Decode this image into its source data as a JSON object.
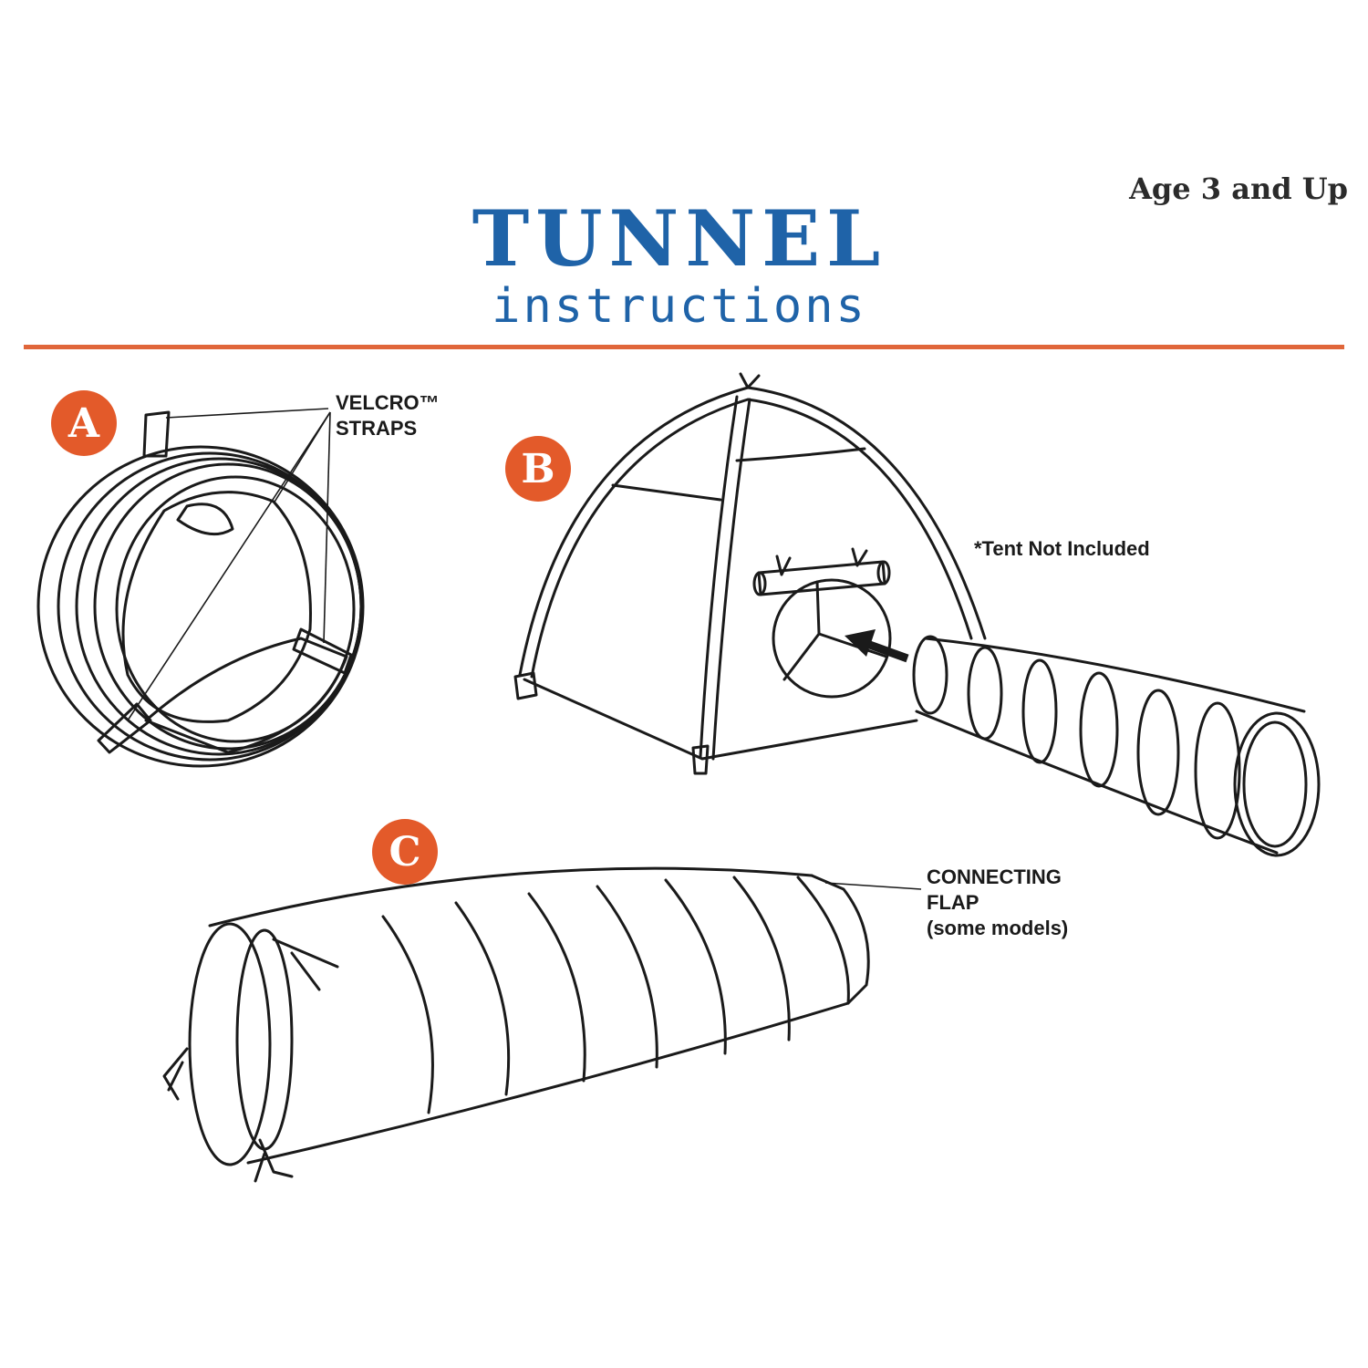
{
  "header": {
    "age": "Age 3 and Up",
    "title_main": "TUNNEL",
    "title_sub": "instructions"
  },
  "colors": {
    "title_blue": "#1f63a8",
    "accent_orange": "#e35a2a",
    "ink": "#1a1a1a"
  },
  "steps": [
    {
      "badge": "A",
      "label": "VELCRO™\nSTRAPS"
    },
    {
      "badge": "B",
      "label": "*Tent Not Included"
    },
    {
      "badge": "C",
      "label": "CONNECTING\nFLAP\n(some models)"
    }
  ]
}
